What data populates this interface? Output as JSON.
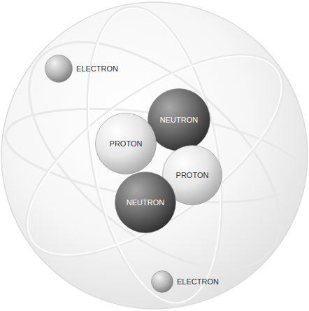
{
  "diagram": {
    "nodes": [
      {
        "text": [
          "ELECTRON"
        ]
      },
      {
        "text": [
          "NEUTRON"
        ]
      },
      {
        "text": [
          "PROTON"
        ]
      },
      {
        "text": [
          "PROTON"
        ]
      },
      {
        "text": [
          "NEUTRON"
        ]
      },
      {
        "text": [
          "ELECTRON"
        ]
      }
    ]
  }
}
